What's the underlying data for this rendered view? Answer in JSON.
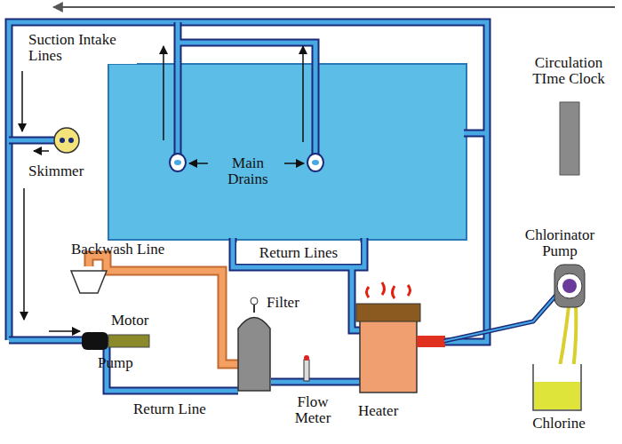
{
  "diagram": {
    "labels": [
      "Suction Intake Lines",
      "Main Drains",
      "Skimmer",
      "Circulation TIme Clock",
      "Chlorinator Pump",
      "Return Lines",
      "Backwash Line",
      "Filter",
      "Motor",
      "Pump",
      "Return Line",
      "Flow Meter",
      "Heater",
      "Chlorine"
    ]
  }
}
